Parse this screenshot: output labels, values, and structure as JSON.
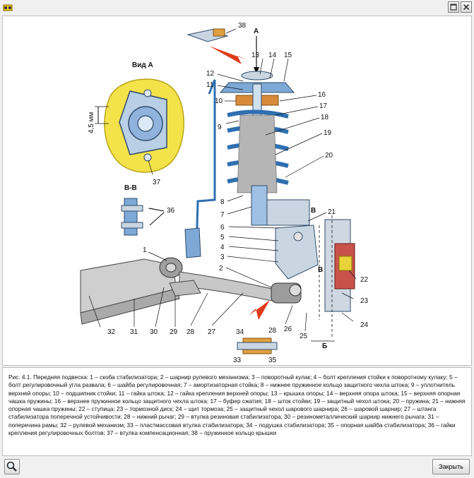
{
  "window": {
    "icons": {
      "app": "app-icon",
      "maximize": "maximize-icon",
      "close": "close-icon"
    }
  },
  "figure": {
    "view_a_label": "Вид А",
    "section_bb_label": "В-В",
    "arrow_a_label": "А",
    "mark_b_top": "В",
    "mark_b_bottom": "В",
    "mark_b_arrow": "Б",
    "dimension_label": "4,5 мм",
    "callouts": [
      "38",
      "13",
      "14",
      "15",
      "12",
      "11",
      "10",
      "16",
      "17",
      "9",
      "18",
      "19",
      "20",
      "8",
      "21",
      "7",
      "6",
      "5",
      "4",
      "3",
      "1",
      "2",
      "36",
      "37",
      "22",
      "23",
      "24",
      "32",
      "31",
      "30",
      "29",
      "28",
      "27",
      "26",
      "25",
      "34",
      "28",
      "33",
      "35"
    ]
  },
  "caption": {
    "text": "Рис. 4.1. Передняя подвеска: 1 – скоба стабилизатора; 2 – шарнир рулевого механизма; 3 – поворотный кулак; 4 – болт крепления стойки к поворотному кулаку; 5 – болт регулировочный угла развала; 6 – шайба регулировочная; 7 – амортизаторная стойка; 8 – нижнее пружинное кольцо защитного чехла штока; 9 – уплотнитель верхней опоры; 10 – подшипник стойки; 11 – гайка штока; 12 – гайка крепления верхней опоры; 13 – крышка опоры; 14 – верхняя опора штока; 15 – верхняя опорная чашка пружины; 16 – верхнее пружинное кольцо защитного чехла штока; 17 – буфер сжатия; 18 – шток стойки; 19 – защитный чехол штока; 20 – пружина; 21 – нижняя опорная чашка пружины; 22 – ступица; 23 – тормозной диск; 24 – щит тормоза; 25 – защитный чехол шарового шарнира; 26 – шаровой шарнир; 27 – штанга стабилизатора поперечной устойчивости; 28 – нижний рычаг; 29 – втулка резиновая стабилизатора; 30 – резинометаллический шарнир нижнего рычага; 31 – поперечина рамы; 32 – рулевой механизм; 33 – пластмассовая втулка стабилизатора; 34 – подушка стабилизатора; 35 – опорная шайба стабилизатора; 36 – гайки крепления регулировочных болтов; 37 – втулка компенсационная; 38 – пружинное кольцо крышки"
  },
  "footer": {
    "zoom_icon": "magnifier-icon",
    "close_label": "Закрыть"
  }
}
